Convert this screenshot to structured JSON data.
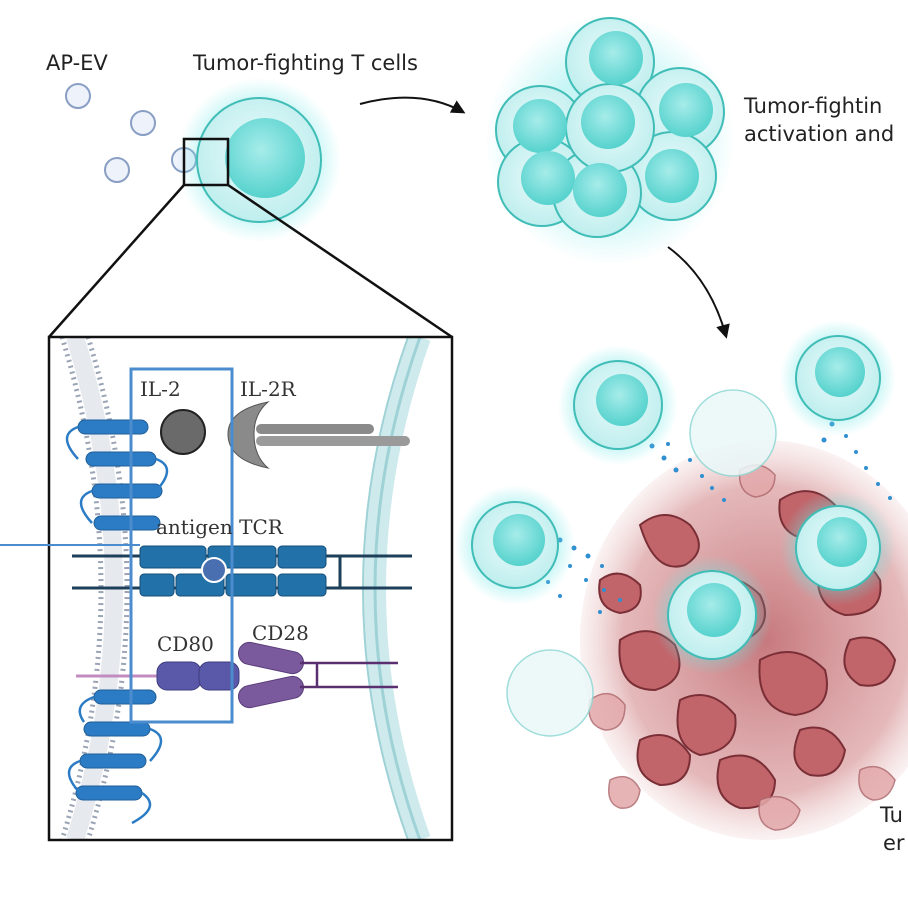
{
  "labels": {
    "ap_ev": "AP-EV",
    "tcells": "Tumor-fighting T cells",
    "activation_line1": "Tumor-fightin",
    "activation_line2": "activation and",
    "il2": "IL-2",
    "il2r": "IL-2R",
    "antigen_tcr": "antigen TCR",
    "cd80": "CD80",
    "cd28": "CD28",
    "tumor_line1": "Tu",
    "tumor_line2": "er"
  },
  "colors": {
    "cell_fill": "#d9f3f3",
    "cell_core": "#7fdedb",
    "cell_edge": "#3fbdb6",
    "glow": "#5fe0e0",
    "ev_edge": "#8a9fc4",
    "membrane_blue": "#2b7cc4",
    "tcr_blue": "#2271a8",
    "dark_line": "#1e3f5a",
    "il2_gray": "#666666",
    "cd80_purple": "#5a58a8",
    "cd28_purple": "#7a5a9c",
    "tumor_red": "#b85a5f",
    "tumor_dark": "#9b3b42",
    "tumor_light": "#e6b3b3",
    "highlight_box": "#4b8ccf"
  }
}
